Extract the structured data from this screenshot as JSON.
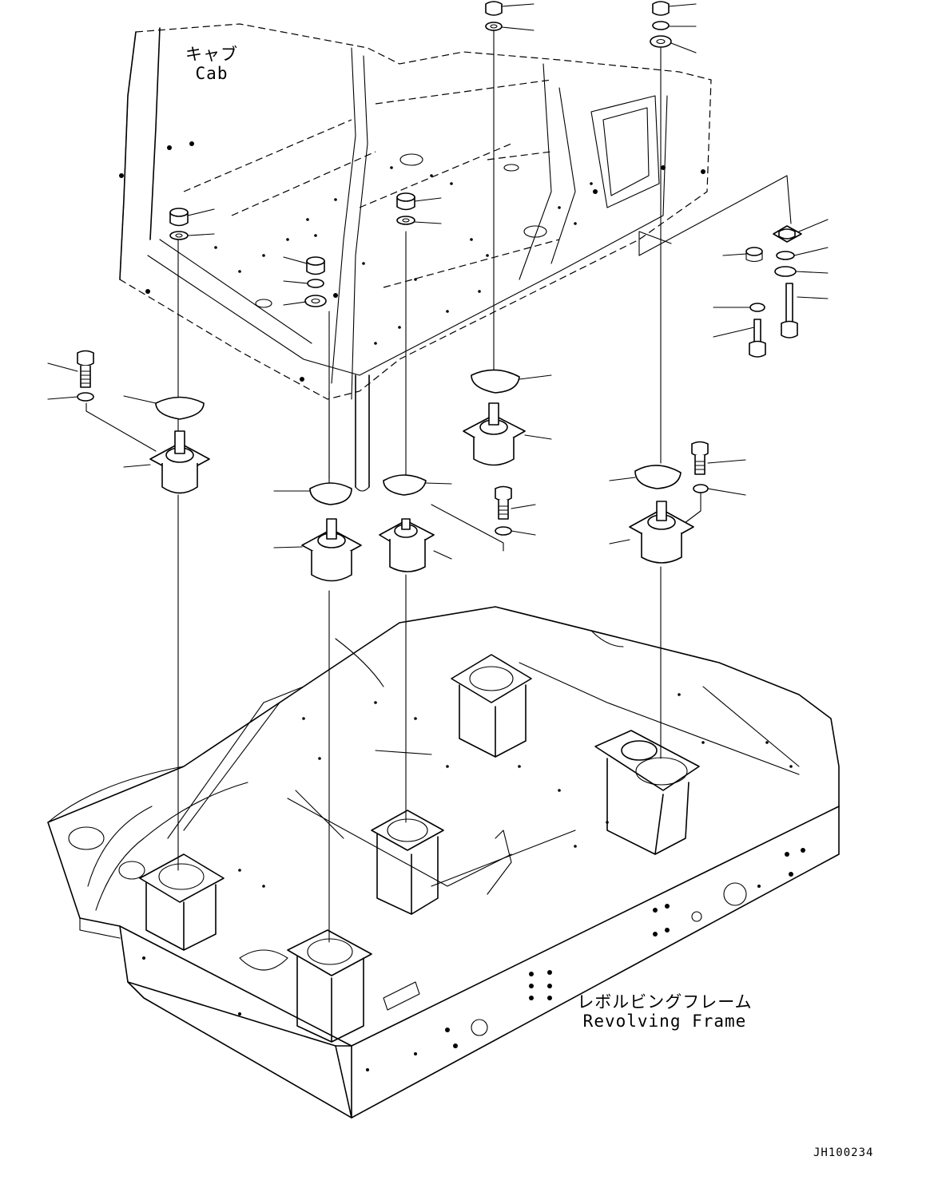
{
  "diagram": {
    "cab_label_jp": "キャブ",
    "cab_label_en": "Cab",
    "frame_label_jp": "レボルビングフレーム",
    "frame_label_en": "Revolving Frame",
    "drawing_code": "JH100234"
  }
}
